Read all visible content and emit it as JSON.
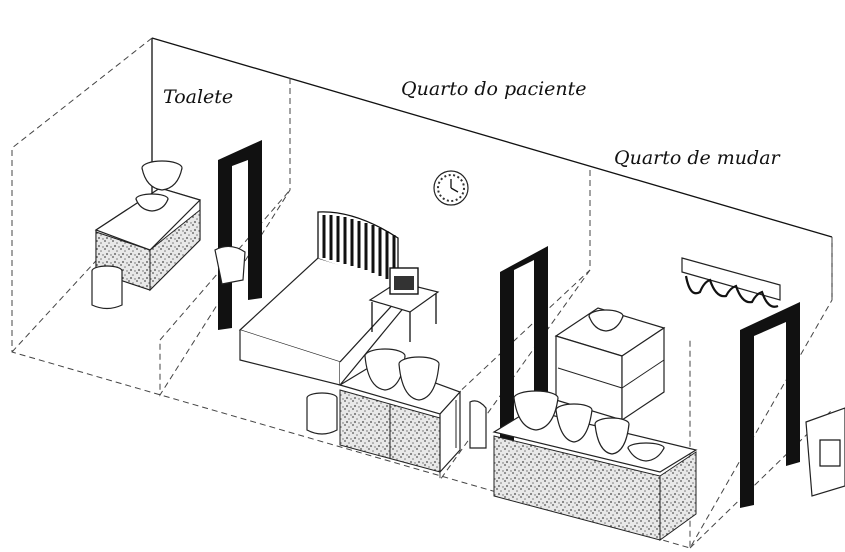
{
  "labels": {
    "toilet": "Toalete",
    "patient_room": "Quarto do paciente",
    "changing_room": "Quarto de mudar"
  }
}
